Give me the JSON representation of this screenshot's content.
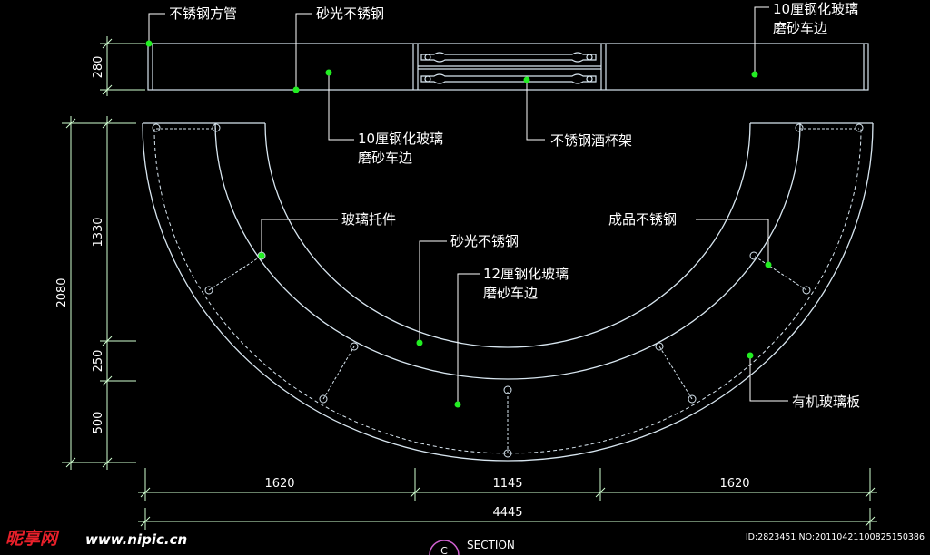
{
  "colors": {
    "background": "#000000",
    "line": "#d8e6f0",
    "leader": "#ffffff",
    "dot": "#22ee22",
    "dim": "#d0ffd0",
    "watermark_red": "#e8202a",
    "watermark_white": "#ffffff"
  },
  "callouts": {
    "square_tube": "不锈钢方管",
    "satin_top": "砂光不锈钢",
    "glass10_right_l1": "10厘钢化玻璃",
    "glass10_right_l2": "磨砂车边",
    "glass10_mid_l1": "10厘钢化玻璃",
    "glass10_mid_l2": "磨砂车边",
    "wine_rack": "不锈钢酒杯架",
    "glass_bracket": "玻璃托件",
    "satin_mid": "砂光不锈钢",
    "finished_steel": "成品不锈钢",
    "glass12_l1": "12厘钢化玻璃",
    "glass12_l2": "磨砂车边",
    "acrylic": "有机玻璃板"
  },
  "dimensions": {
    "elev_height": "280",
    "total_depth": "2080",
    "seg_a": "1330",
    "seg_b": "250",
    "seg_c": "500",
    "width_left": "1620",
    "width_mid": "1145",
    "width_right": "1620",
    "width_total": "4445"
  },
  "watermark": {
    "logo": "昵享网",
    "site": "www.nipic.cn",
    "id_text": "ID:2823451 NO:20110421100825150386"
  },
  "section_label": "SECTION",
  "section_mark": "C"
}
